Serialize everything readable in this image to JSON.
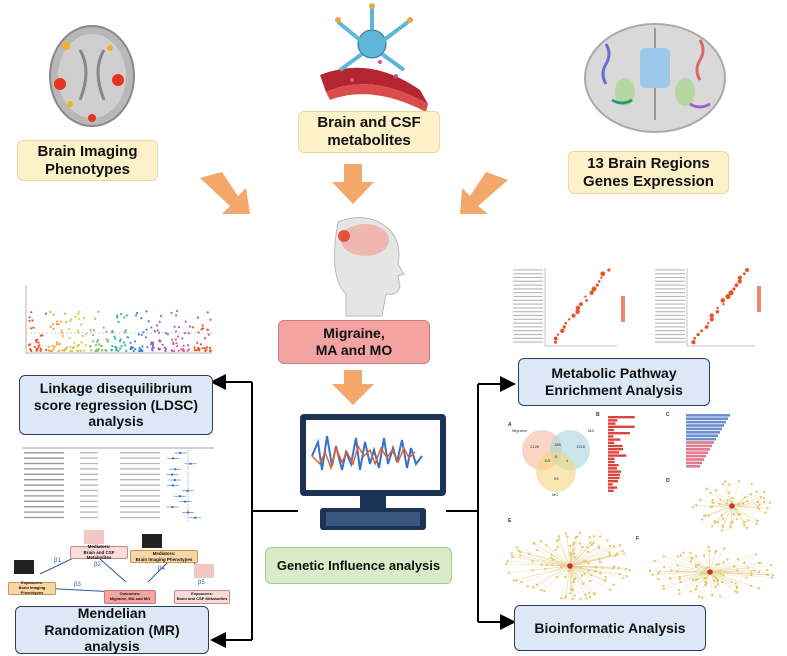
{
  "sources": {
    "imaging": {
      "line1": "Brain Imaging",
      "line2": "Phenotypes"
    },
    "metabolites": {
      "line1": "Brain and CSF",
      "line2": "metabolites"
    },
    "genes": {
      "line1": "13 Brain Regions",
      "line2": "Genes Expression"
    }
  },
  "center": {
    "migraine": {
      "line1": "Migraine,",
      "line2": "MA and MO"
    },
    "genetic": "Genetic Influence analysis"
  },
  "analyses": {
    "ldsc": {
      "line1": "Linkage disequilibrium",
      "line2": "score regression (LDSC)",
      "line3": "analysis"
    },
    "mr": {
      "line1": "Mendelian",
      "line2": "Randomization (MR)",
      "line3": "analysis"
    },
    "metabolic": {
      "line1": "Metabolic Pathway",
      "line2": "Enrichment Analysis"
    },
    "bioinfo": "Bioinformatic Analysis"
  },
  "mr_panel": {
    "mediators1": "Mediators:",
    "mediators1_sub": "Brain and CSF Metabolites",
    "mediators2": "Mediators:",
    "mediators2_sub": "Brain Imaging Phenotypes",
    "exposure1": "Exposures:",
    "exposure1_sub": "Brain Imaging Phenotypes",
    "outcome": "Outcomes:",
    "outcome_sub": "Migraine, MA and MO",
    "exposure2": "Exposures:",
    "exposure2_sub": "Brain and CSF Metabolites",
    "beta1": "β1",
    "beta2": "β2",
    "beta3": "β3",
    "beta4": "β4",
    "beta5": "β5"
  },
  "venn": {
    "a": "Migraine",
    "b": "MA",
    "c": "MO",
    "v1": "2128",
    "v2": "188",
    "v3": "1318",
    "v4": "115",
    "v5": "5",
    "v6": "4",
    "v7": "59"
  },
  "panel_letters": {
    "a": "A",
    "b": "B",
    "c": "C",
    "d": "D",
    "e": "E",
    "f": "F"
  },
  "colors": {
    "arrow": "#f4a76a",
    "blue_border": "#2c3e5c"
  }
}
